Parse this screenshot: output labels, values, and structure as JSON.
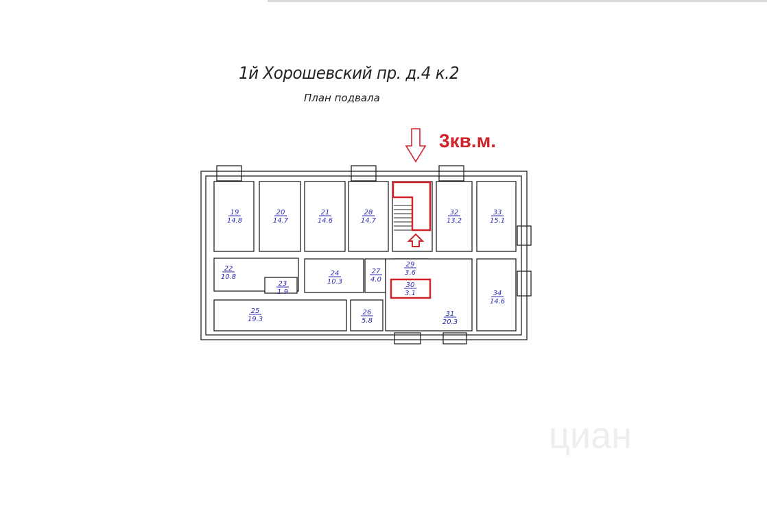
{
  "title": "1й Хорошевский пр. д.4 к.2",
  "subtitle": "План подвала",
  "highlight_note": "3кв.м.",
  "watermark": "циан",
  "colors": {
    "highlight": "#d0242b",
    "labels": "#2b2bb0",
    "walls": "#222222"
  },
  "rooms": [
    {
      "number": "19",
      "area": "14.8"
    },
    {
      "number": "20",
      "area": "14.7"
    },
    {
      "number": "21",
      "area": "14.6"
    },
    {
      "number": "28",
      "area": "14.7"
    },
    {
      "number": "32",
      "area": "13.2"
    },
    {
      "number": "33",
      "area": "15.1"
    },
    {
      "number": "22",
      "area": "10.8"
    },
    {
      "number": "24",
      "area": "10.3"
    },
    {
      "number": "27",
      "area": "4.0"
    },
    {
      "number": "29",
      "area": "3.6"
    },
    {
      "number": "30",
      "area": "3.1"
    },
    {
      "number": "23",
      "area": "1.9"
    },
    {
      "number": "25",
      "area": "19.3"
    },
    {
      "number": "26",
      "area": "5.8"
    },
    {
      "number": "31",
      "area": "20.3"
    },
    {
      "number": "34",
      "area": "14.6"
    }
  ]
}
